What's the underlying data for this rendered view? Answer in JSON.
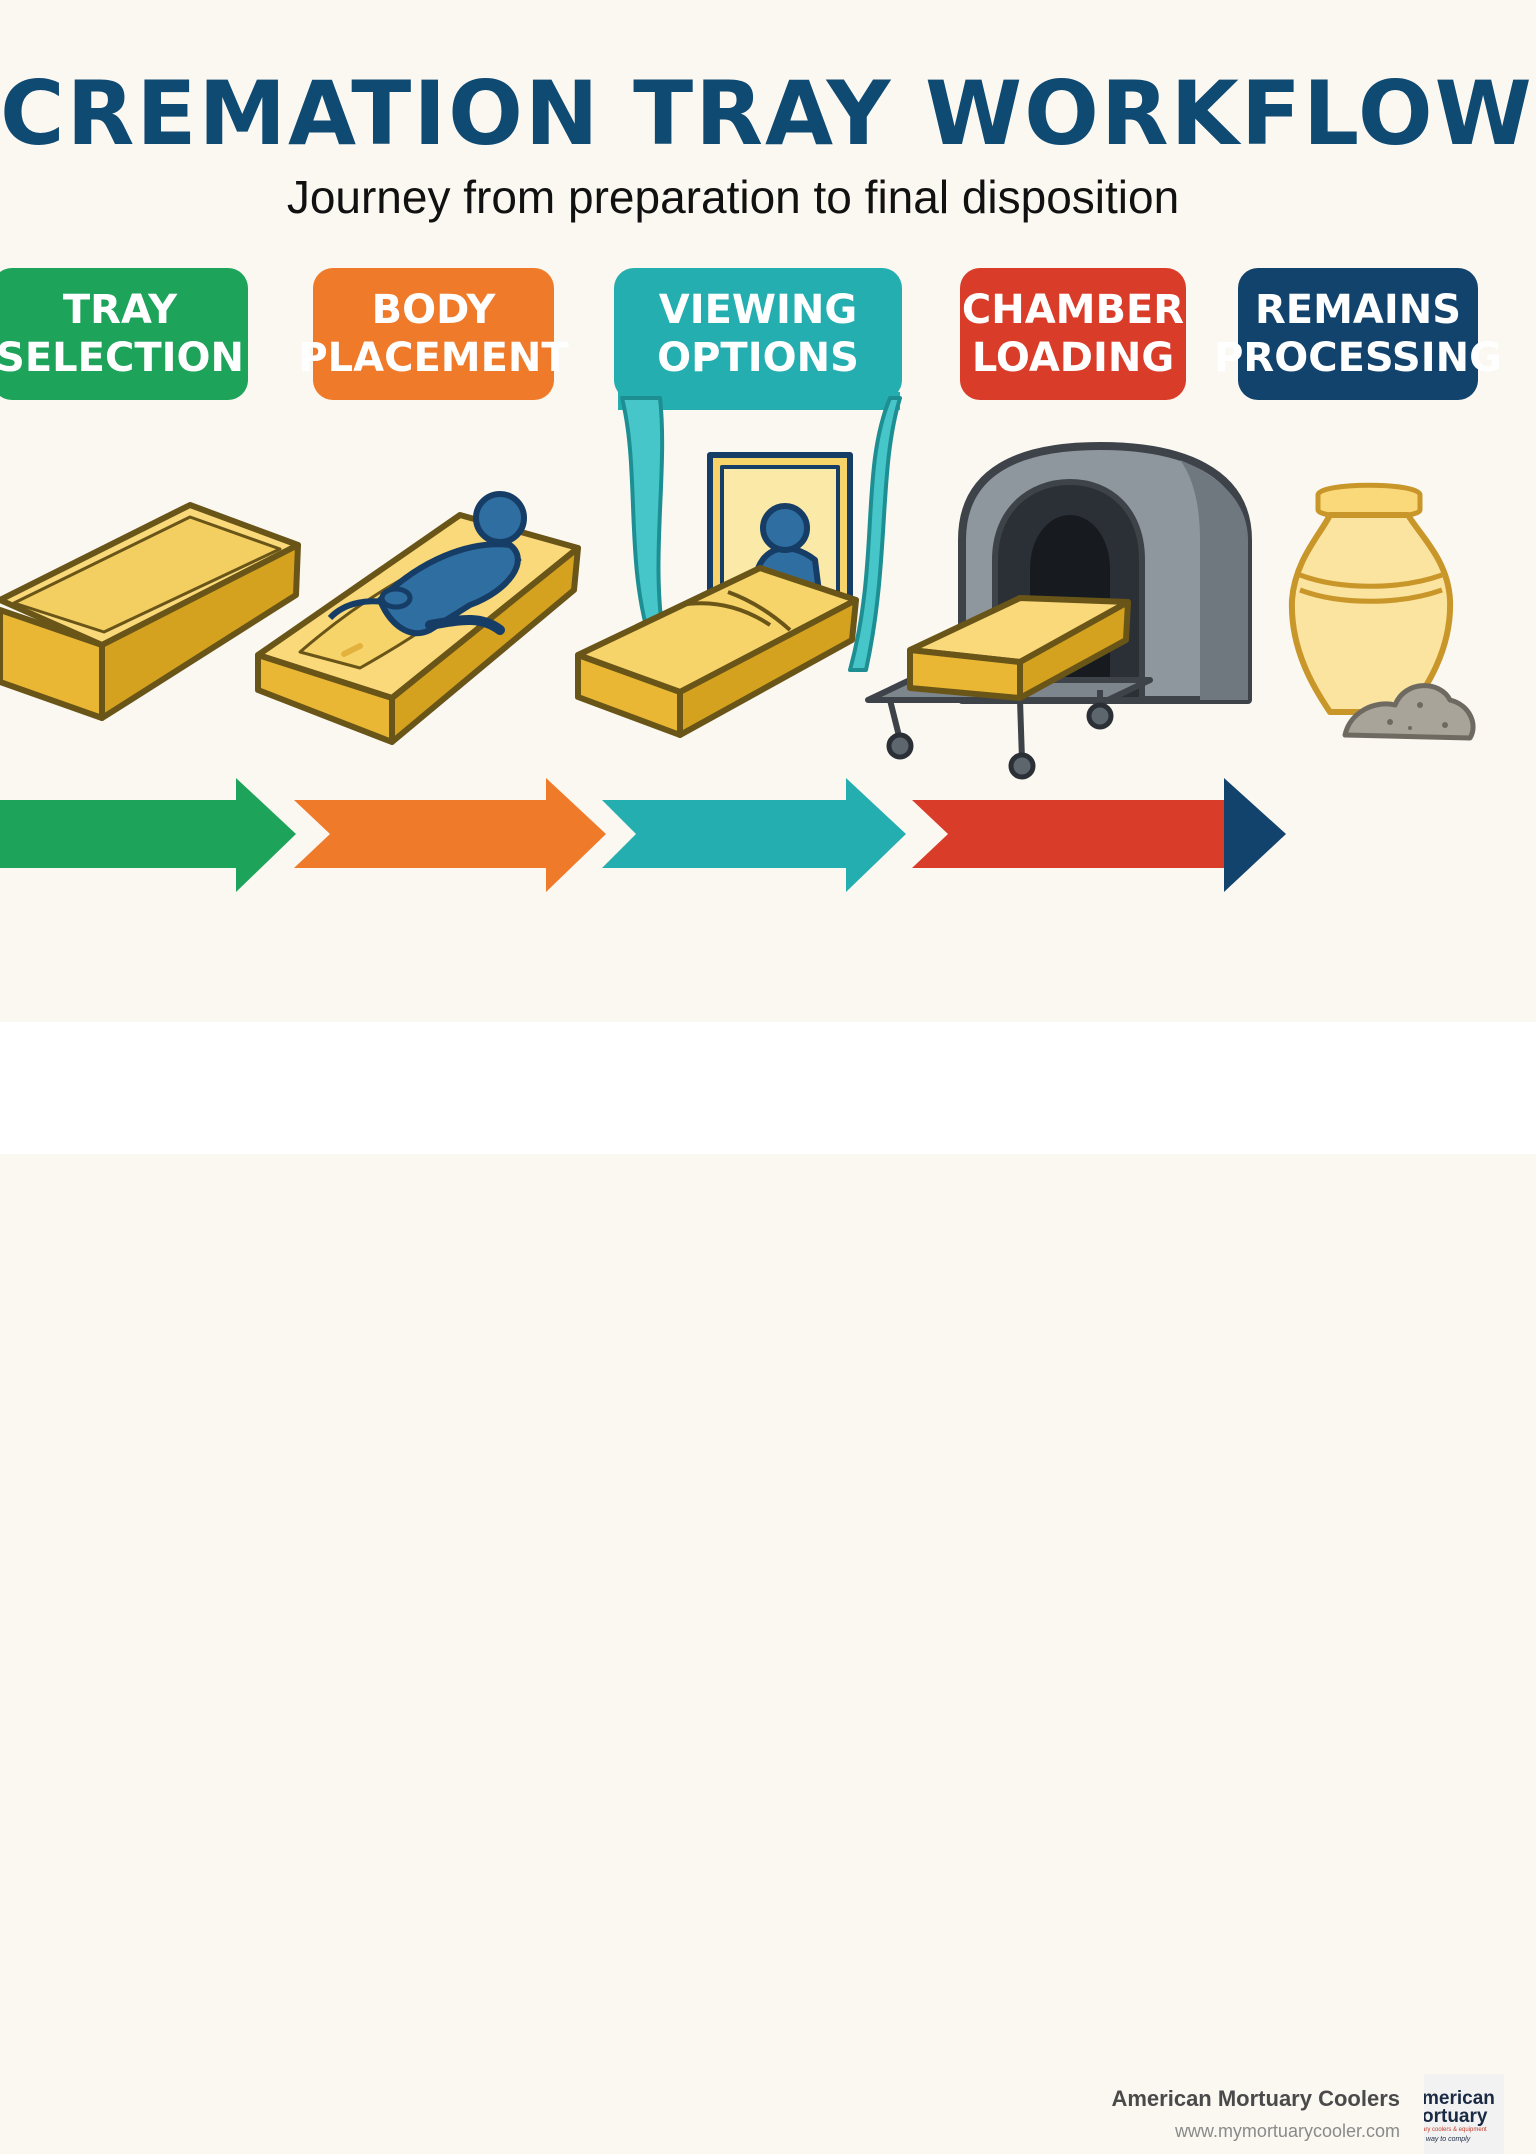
{
  "title": "CREMATION TRAY WORKFLOW",
  "subtitle": "Journey from preparation to final disposition",
  "steps": [
    {
      "label": "TRAY\nSELECTION",
      "color": "#1ea35a"
    },
    {
      "label": "BODY\nPLACEMENT",
      "color": "#ef7a2a"
    },
    {
      "label": "VIEWING\nOPTIONS",
      "color": "#24aeb0"
    },
    {
      "label": "CHAMBER\nLOADING",
      "color": "#da3c2a"
    },
    {
      "label": "REMAINS\nPROCESSING",
      "color": "#12436c"
    }
  ],
  "illustrations": [
    "empty-tray-icon",
    "body-on-tray-icon",
    "viewing-curtain-icon",
    "cremation-chamber-icon",
    "urn-icon"
  ],
  "arrow_colors": [
    "#1ea35a",
    "#ef7a2a",
    "#24aeb0",
    "#da3c2a",
    "#12436c"
  ],
  "footer": {
    "brand": "American Mortuary Coolers",
    "url": "www.mymortuarycooler.com"
  },
  "logo": {
    "line1": "merican",
    "line2": "ortuary",
    "line3": "ary coolers & equipment",
    "line4": "t way to comply"
  }
}
